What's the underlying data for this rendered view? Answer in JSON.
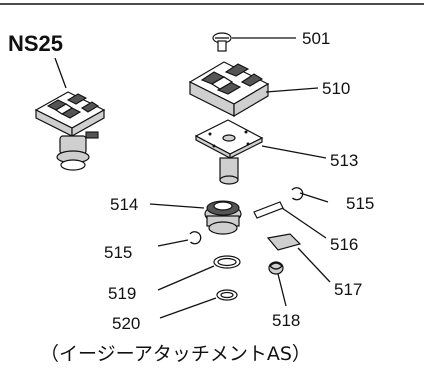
{
  "title": "NS25",
  "caption": "（イージーアタッチメントAS）",
  "parts": {
    "p501": "501",
    "p510": "510",
    "p513": "513",
    "p514": "514",
    "p515_right": "515",
    "p515_left": "515",
    "p516": "516",
    "p517": "517",
    "p518": "518",
    "p519": "519",
    "p520": "520"
  }
}
